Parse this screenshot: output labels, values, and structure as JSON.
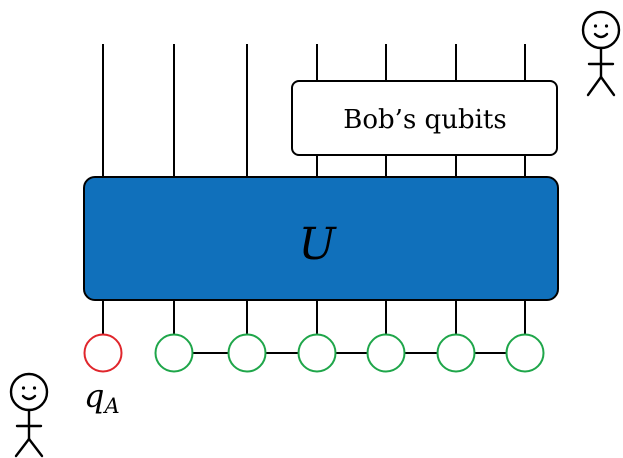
{
  "diagram": {
    "unitary_label": "U",
    "bob_box_label": "Bob’s qubits",
    "alice_qubit_label": "q",
    "alice_qubit_subscript": "A",
    "colors": {
      "unitary_fill": "#1070bb",
      "alice_qubit": "#e0262c",
      "other_qubits": "#1fa64a",
      "bob_box_fill": "#ffffff"
    },
    "figures": [
      {
        "role": "alice",
        "icon": "stick-figure-icon"
      },
      {
        "role": "bob",
        "icon": "stick-figure-icon"
      }
    ],
    "qubit_count": 7
  }
}
